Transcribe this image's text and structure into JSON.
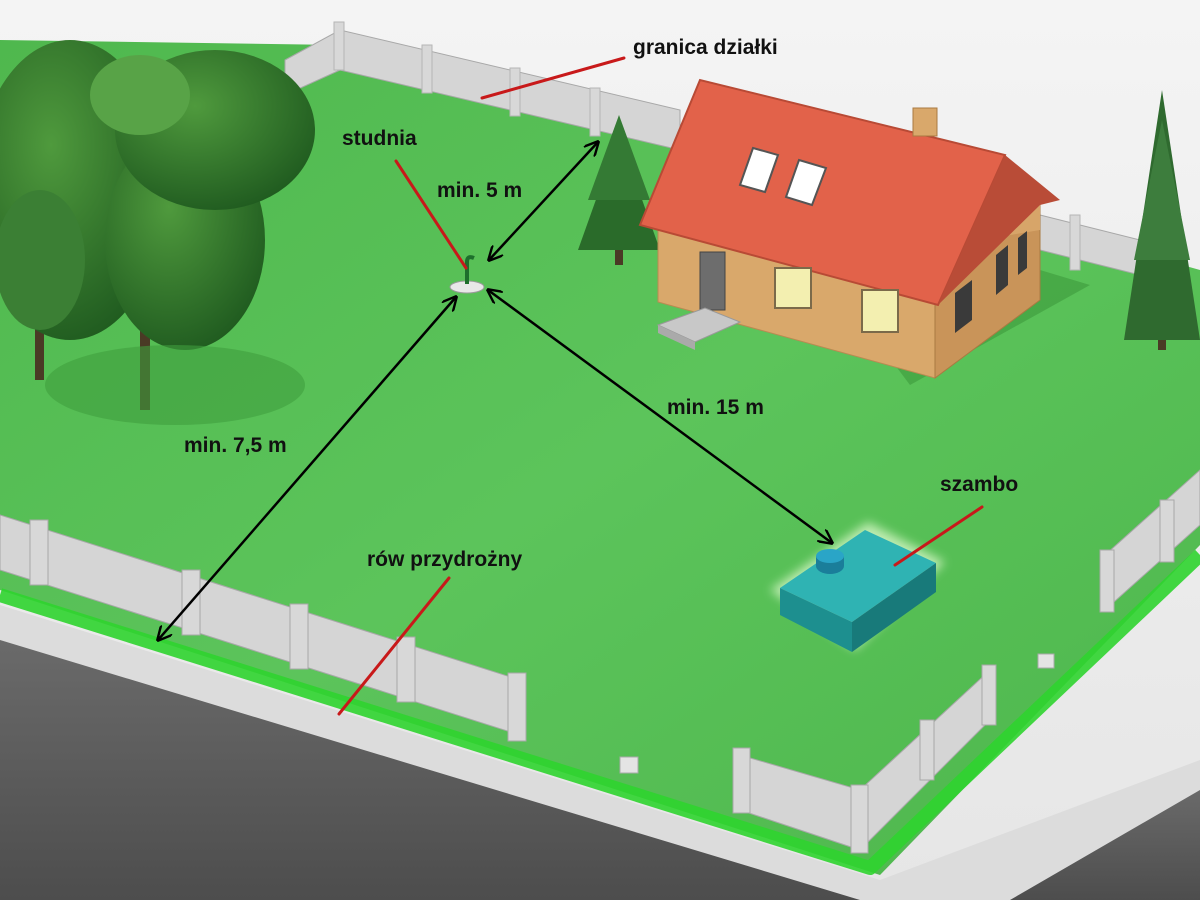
{
  "labels": {
    "boundary": "granica działki",
    "well": "studnia",
    "dist_well_boundary": "min. 5 m",
    "dist_well_road": "min. 7,5 m",
    "dist_well_septic": "min. 15 m",
    "septic": "szambo",
    "ditch": "rów przydrożny"
  },
  "colors": {
    "grass": "#5bc15a",
    "road": "#5b5b5b",
    "sidewalk": "#dcdcdc",
    "ditch": "#2fd42f",
    "roof": "#e2624a",
    "walls": "#d9a86b",
    "septic_tank": "#1f9a9a",
    "leader_line": "#c8191a",
    "arrow": "#000000"
  },
  "icons": [
    "tree-icon",
    "house-icon",
    "well-icon",
    "septic-tank-icon",
    "fence-icon"
  ]
}
